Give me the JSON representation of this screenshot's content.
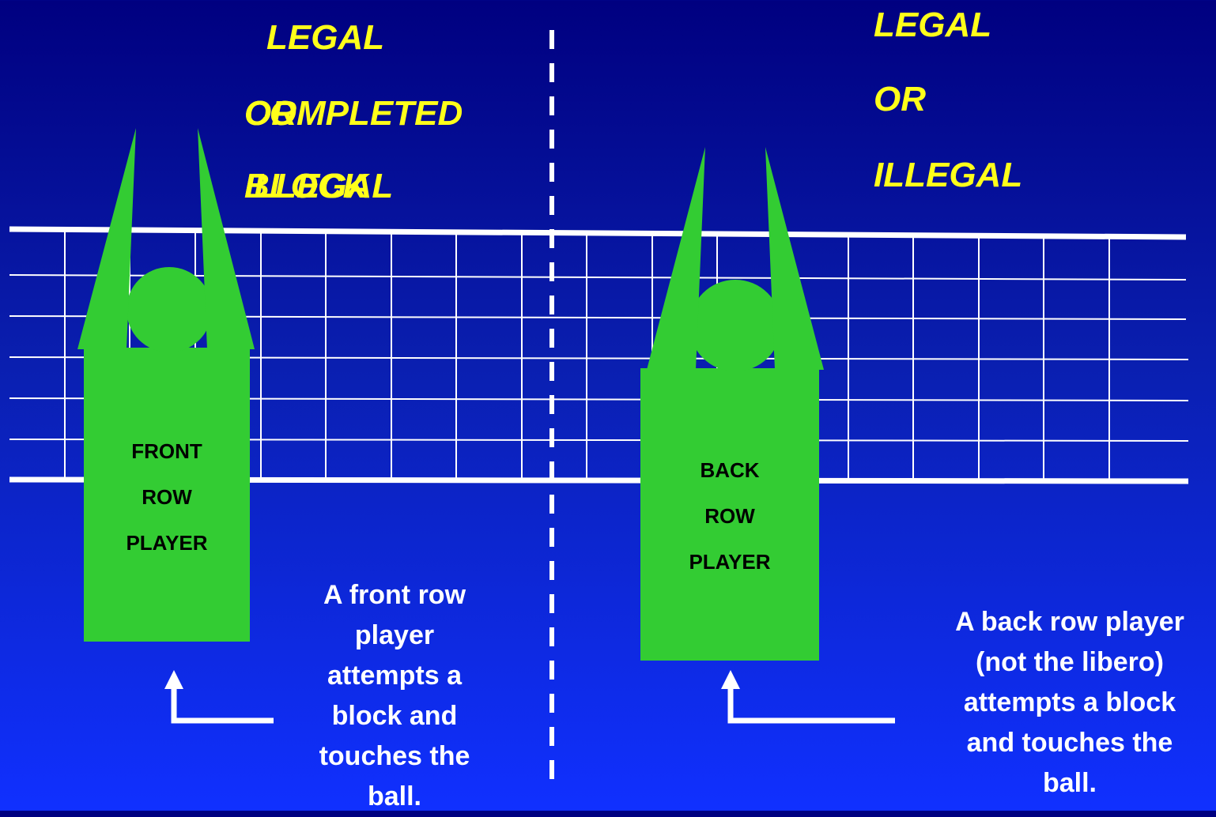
{
  "colors": {
    "accent_text": "#ffff1a",
    "player_fill": "#33cc33",
    "net_line": "#ffffff",
    "background_top": "#000080",
    "background_bottom": "#1030ff"
  },
  "left_panel": {
    "titles": [
      "LEGAL",
      "COMPLETED",
      "BLOCK",
      "OR",
      "ILLEGAL"
    ],
    "player_label": [
      "FRONT",
      "ROW",
      "PLAYER"
    ],
    "caption": [
      "A front row",
      "player",
      "attempts a",
      "block and",
      "touches the",
      "ball."
    ]
  },
  "right_panel": {
    "titles": [
      "LEGAL",
      "OR",
      "ILLEGAL"
    ],
    "player_label": [
      "BACK",
      "ROW",
      "PLAYER"
    ],
    "caption": [
      "A back row player",
      "(not the libero)",
      "attempts a block",
      "and touches the",
      "ball."
    ]
  }
}
